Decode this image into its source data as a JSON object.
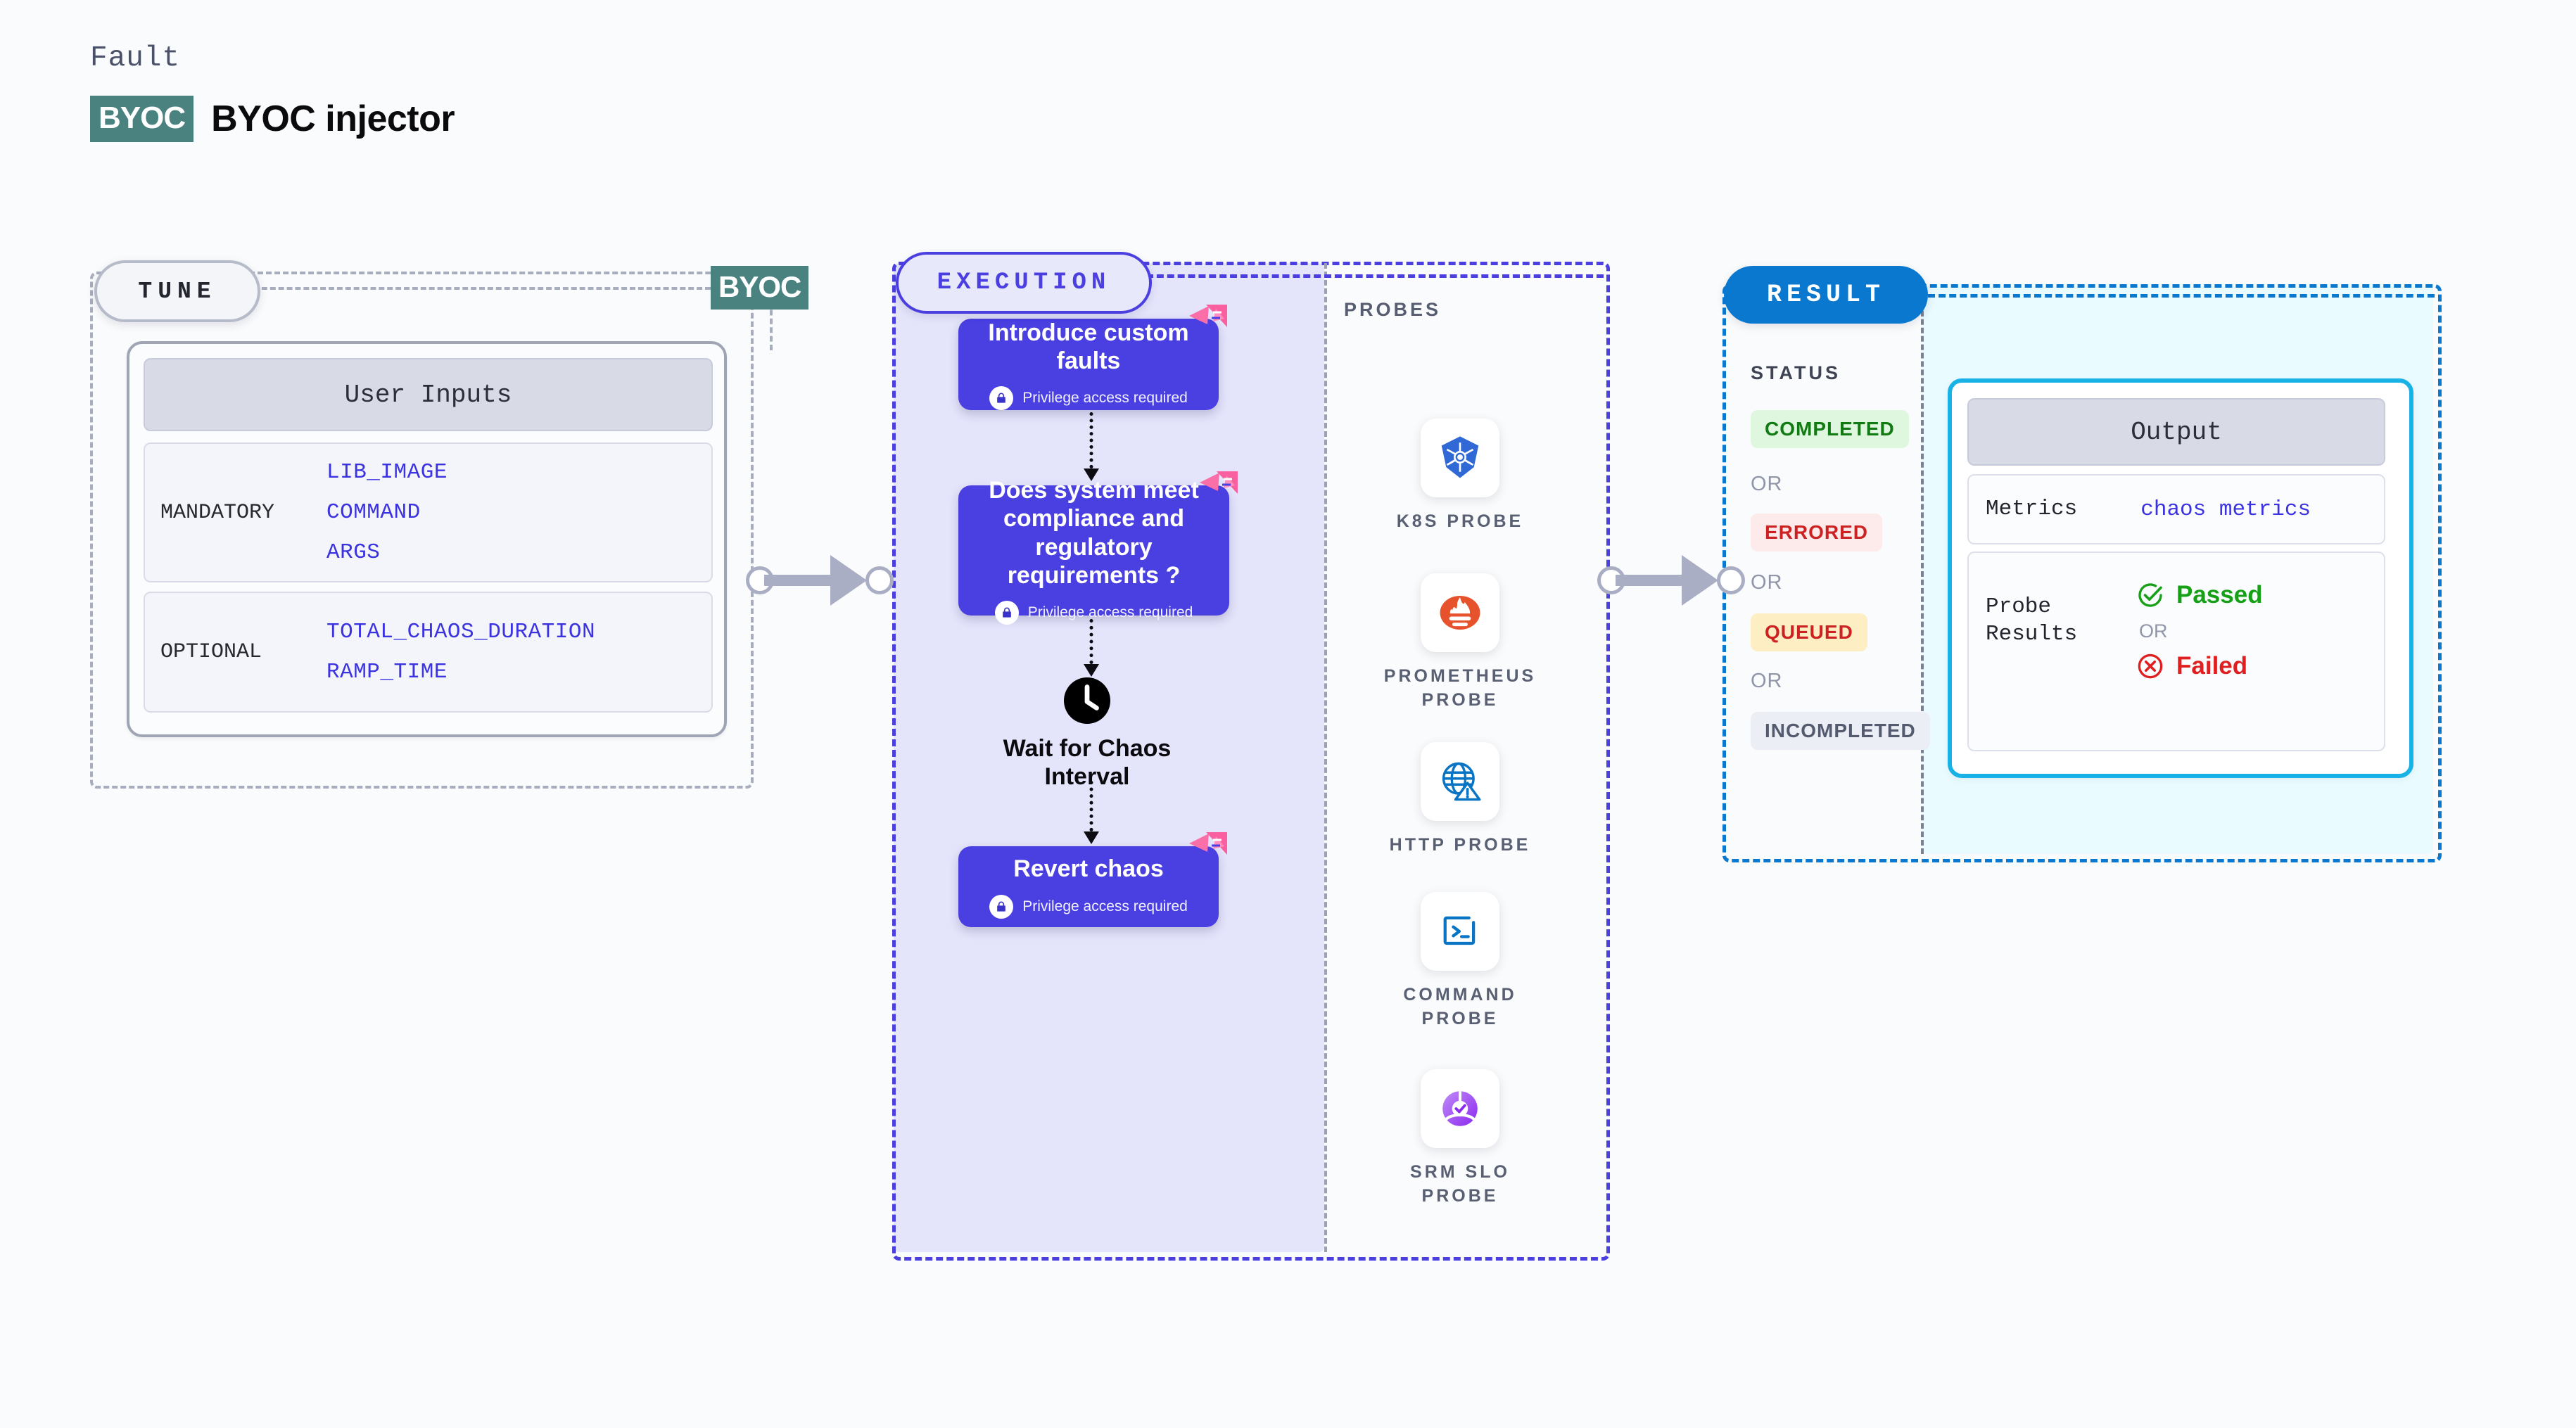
{
  "header": {
    "eyebrow": "Fault",
    "badge": "BYOC",
    "title": "BYOC injector"
  },
  "tune": {
    "pill_label": "TUNE",
    "byoc_badge": "BYOC",
    "card_header": "User Inputs",
    "groups": [
      {
        "label": "MANDATORY",
        "params": [
          "LIB_IMAGE",
          "COMMAND",
          "ARGS"
        ]
      },
      {
        "label": "OPTIONAL",
        "params": [
          "TOTAL_CHAOS_DURATION",
          "RAMP_TIME"
        ]
      }
    ]
  },
  "execution": {
    "pill_label": "EXECUTION",
    "privilege_note": "Privilege access required",
    "nodes": [
      {
        "title": "Introduce custom faults",
        "privileged": true
      },
      {
        "title": "Does system meet compliance and regulatory requirements ?",
        "privileged": true
      },
      {
        "title": "Revert chaos",
        "privileged": true
      }
    ],
    "wait_node": {
      "label": "Wait for Chaos Interval",
      "icon": "clock-icon"
    }
  },
  "probes": {
    "title": "PROBES",
    "items": [
      {
        "label": "K8S PROBE",
        "icon": "kubernetes-icon"
      },
      {
        "label": "PROMETHEUS PROBE",
        "icon": "prometheus-icon"
      },
      {
        "label": "HTTP PROBE",
        "icon": "globe-warning-icon"
      },
      {
        "label": "COMMAND PROBE",
        "icon": "terminal-icon"
      },
      {
        "label": "SRM SLO PROBE",
        "icon": "srm-slo-icon"
      }
    ]
  },
  "result": {
    "pill_label": "RESULT",
    "status_title": "STATUS",
    "or_label": "OR",
    "statuses": [
      {
        "label": "COMPLETED",
        "bg": "#dff7df",
        "fg": "#127a12"
      },
      {
        "label": "ERRORED",
        "bg": "#fdeaea",
        "fg": "#cc2222"
      },
      {
        "label": "QUEUED",
        "bg": "#fdeec4",
        "fg": "#cc2222"
      },
      {
        "label": "INCOMPLETED",
        "bg": "#eceef5",
        "fg": "#545b6e"
      }
    ],
    "output": {
      "header": "Output",
      "metrics_key": "Metrics",
      "metrics_value": "chaos metrics",
      "probe_key": "Probe Results",
      "passed_label": "Passed",
      "or_label": "OR",
      "failed_label": "Failed"
    }
  },
  "colors": {
    "accent_purple": "#4a3fe0",
    "accent_blue": "#0b78d0",
    "accent_cyan": "#19b2e6",
    "accent_teal": "#4a8280",
    "chaos_pink": "#fa5fa0",
    "connector_grey": "#aaaec4"
  }
}
